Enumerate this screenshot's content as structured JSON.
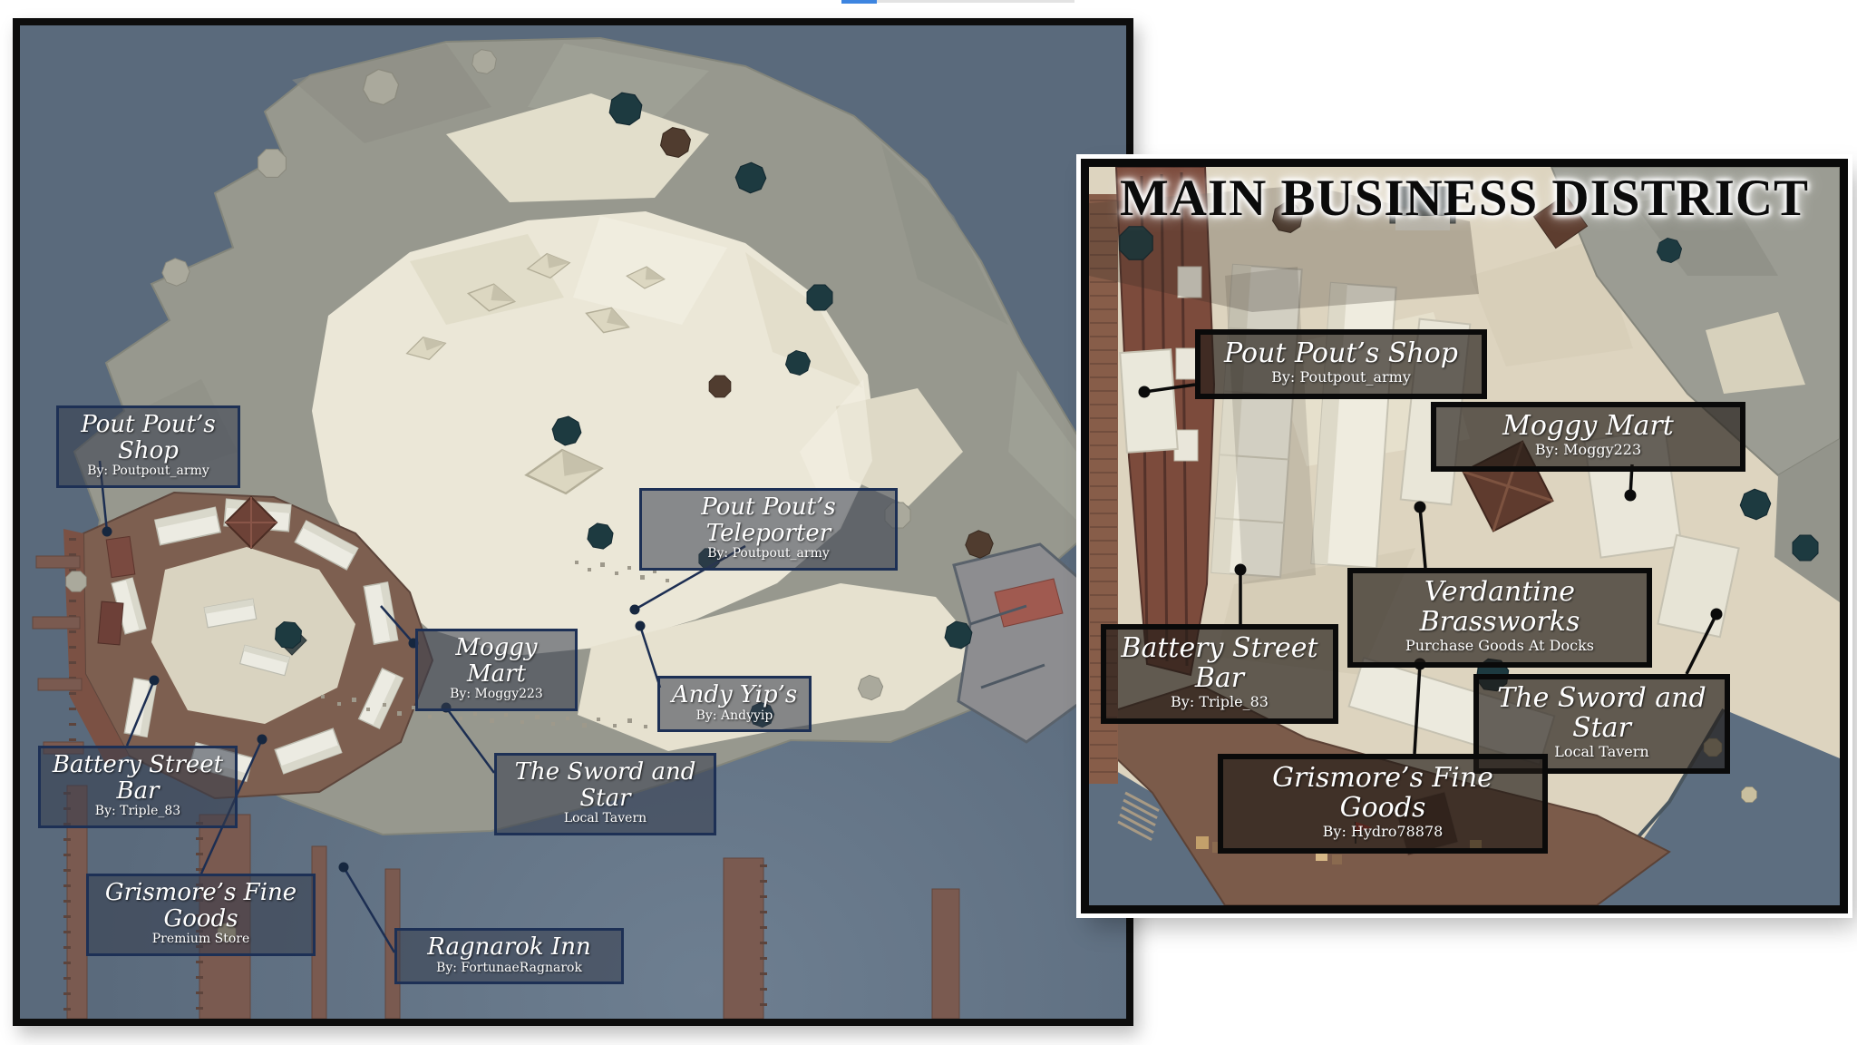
{
  "top_bar": {
    "accent_blue": "#3d85e0",
    "track_gray": "#e3e3e3"
  },
  "colors": {
    "ocean": "#5a6a7c",
    "left_label_border": "#1d3055",
    "right_label_border": "#0a0a0a",
    "panel_frame": "#0d0d0d"
  },
  "left_map": {
    "labels": [
      {
        "title": "Pout Pout’s Shop",
        "subtitle": "By: Poutpout_army"
      },
      {
        "title": "Pout Pout’s Teleporter",
        "subtitle": "By: Poutpout_army"
      },
      {
        "title": "Moggy Mart",
        "subtitle": "By: Moggy223"
      },
      {
        "title": "Andy Yip’s",
        "subtitle": "By: Andyyip"
      },
      {
        "title": "Battery Street Bar",
        "subtitle": "By: Triple_83"
      },
      {
        "title": "The Sword and Star",
        "subtitle": "Local Tavern"
      },
      {
        "title": "Grismore’s Fine Goods",
        "subtitle": "Premium Store"
      },
      {
        "title": "Ragnarok Inn",
        "subtitle": "By: FortunaeRagnarok"
      }
    ]
  },
  "right_map": {
    "title": "MAIN BUSINESS DISTRICT",
    "labels": [
      {
        "title": "Pout Pout’s Shop",
        "subtitle": "By: Poutpout_army"
      },
      {
        "title": "Moggy Mart",
        "subtitle": "By: Moggy223"
      },
      {
        "title": "Verdantine Brassworks",
        "subtitle": "Purchase Goods At Docks"
      },
      {
        "title": "Battery Street Bar",
        "subtitle": "By: Triple_83"
      },
      {
        "title": "The Sword and Star",
        "subtitle": "Local Tavern"
      },
      {
        "title": "Grismore’s Fine Goods",
        "subtitle": "By: Hydro78878"
      }
    ]
  }
}
